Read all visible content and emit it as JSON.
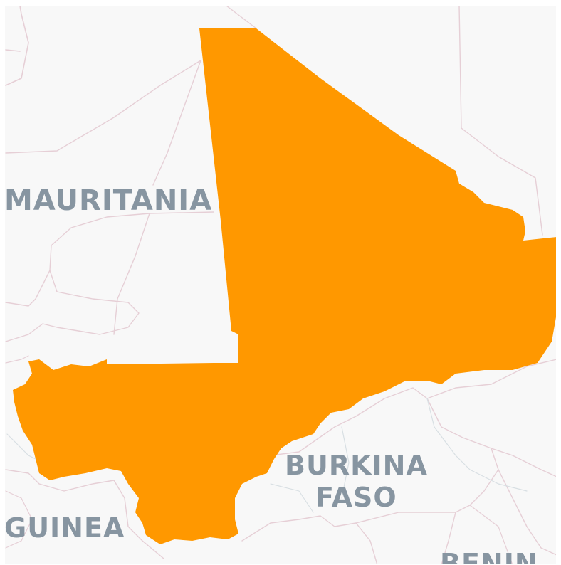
{
  "map": {
    "highlighted_country": "Mali",
    "highlight_color": "#ff9800",
    "background_color": "#f8f8f8",
    "border_color": "#e6cfd6",
    "minor_border_color": "#d8dfe3",
    "label_color": "#8795a1",
    "labels": {
      "mauritania": "MAURITANIA",
      "burkina_line1": "BURKINA",
      "burkina_line2": "FASO",
      "guinea": "GUINEA",
      "benin": "BENIN"
    }
  }
}
